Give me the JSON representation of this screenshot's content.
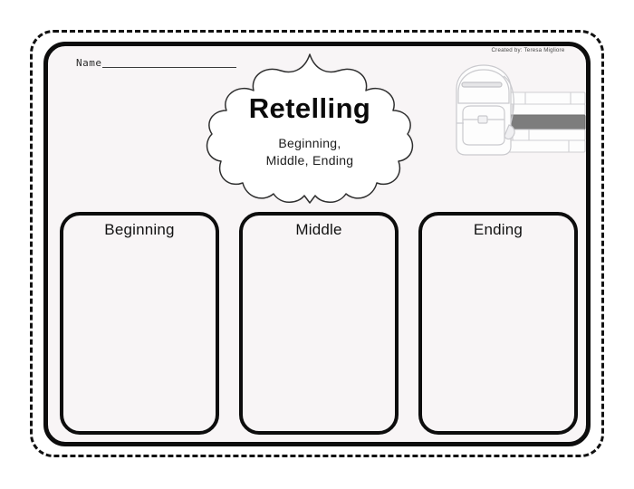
{
  "worksheet": {
    "name_field": {
      "label": "Name",
      "value": "",
      "placeholder": ""
    },
    "credit": "Created by: Teresa Migliore",
    "banner": {
      "title": "Retelling",
      "subtitle_line1": "Beginning,",
      "subtitle_line2": "Middle, Ending"
    },
    "clipart": {
      "name": "backpack-and-books-illustration",
      "items": [
        "backpack",
        "stacked-books"
      ]
    },
    "sections": [
      {
        "label": "Beginning",
        "content": ""
      },
      {
        "label": "Middle",
        "content": ""
      },
      {
        "label": "Ending",
        "content": ""
      }
    ],
    "colors": {
      "page_background": "#ffffff",
      "sheet_background": "#f8f5f6",
      "ink": "#0d0d0d",
      "clipart_line": "#c9c9cc",
      "book_spine": "#7d7d7d"
    }
  }
}
